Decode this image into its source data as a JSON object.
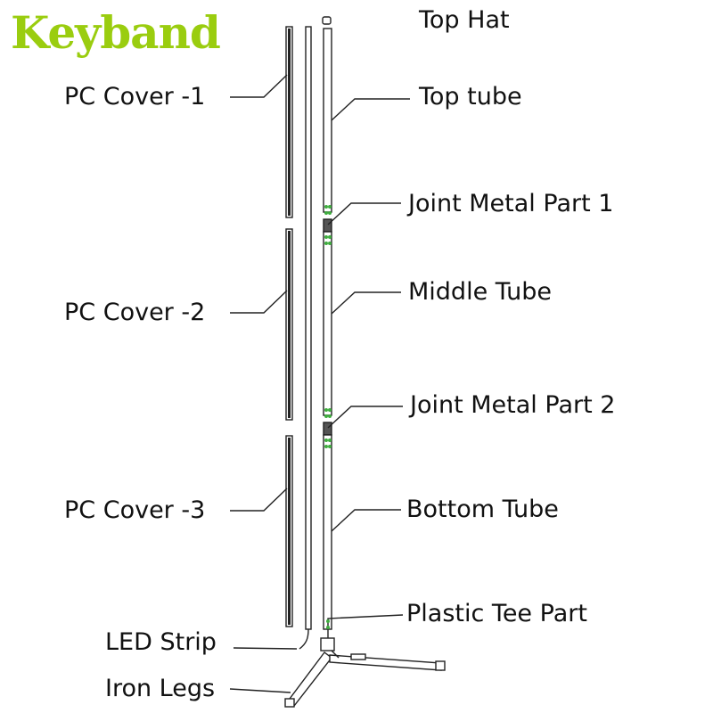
{
  "brand": {
    "name": "Keyband",
    "color": "#9acd0f"
  },
  "colors": {
    "line": "#222222",
    "accent_dots": "#3fae3f"
  },
  "labels": {
    "left": {
      "pc_cover_1": "PC Cover -1",
      "pc_cover_2": "PC Cover -2",
      "pc_cover_3": "PC Cover -3",
      "led_strip": "LED Strip",
      "iron_legs": "Iron Legs"
    },
    "right": {
      "top_hat": "Top Hat",
      "top_tube": "Top tube",
      "joint_metal_1": "Joint Metal Part 1",
      "middle_tube": "Middle Tube",
      "joint_metal_2": "Joint Metal Part 2",
      "bottom_tube": "Bottom Tube",
      "plastic_tee": "Plastic Tee Part"
    }
  }
}
